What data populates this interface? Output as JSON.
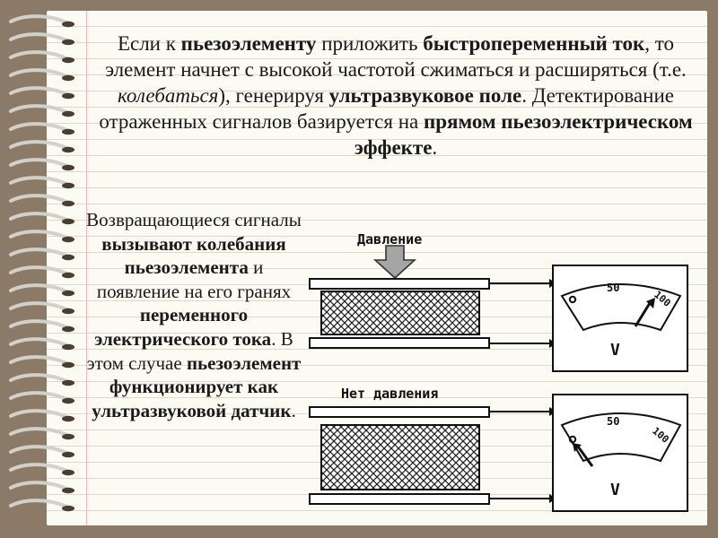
{
  "heading": {
    "p1": "Если к ",
    "b1": "пьезоэлементу",
    "p2": " приложить ",
    "b2": "быстропеременный ток",
    "p3": ", то элемент начнет с высокой частотой сжиматься и расширяться (т.е. ",
    "i1": "колебаться",
    "p4": "), генерируя ",
    "b3": "ультразвуковое поле",
    "p5": ". Детектирование отраженных сигналов базируется на ",
    "b4": "прямом пьезоэлектрическом эффекте",
    "p6": "."
  },
  "side": {
    "p1": "Возвращающиеся сигналы ",
    "b1": "вызывают колебания пьезоэлемента",
    "p2": " и появление на его гранях ",
    "b2": "переменного электрического тока",
    "p3": ". В этом случае ",
    "b3": "пьезоэлемент функционирует как ультразвуковой датчик",
    "p4": "."
  },
  "diagram": {
    "top_label": "Давление",
    "bottom_label": "Нет давления",
    "meter_top": {
      "mid": "50",
      "right": "100",
      "unit": "V"
    },
    "meter_bottom": {
      "mid": "50",
      "right": "100",
      "unit": "V"
    }
  }
}
